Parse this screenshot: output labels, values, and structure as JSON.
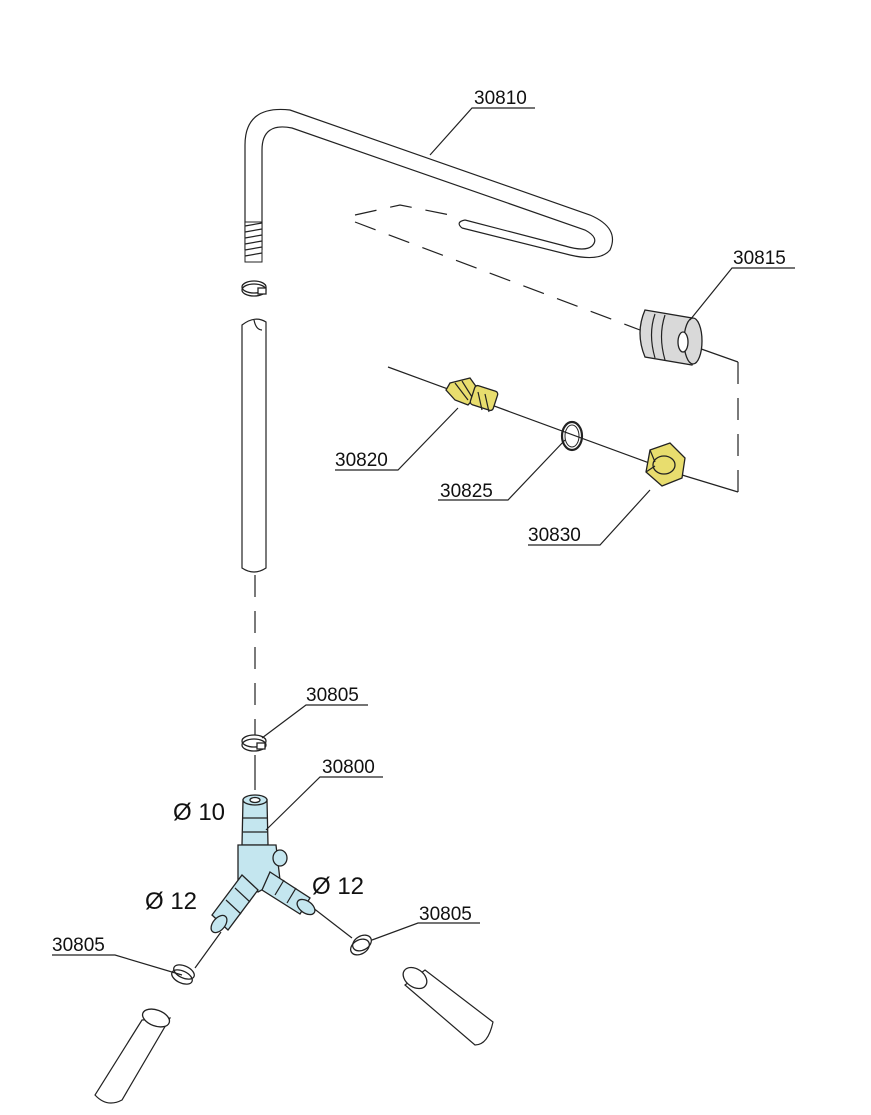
{
  "labels": {
    "p30810": "30810",
    "p30815": "30815",
    "p30820": "30820",
    "p30825": "30825",
    "p30830": "30830",
    "p30805_top": "30805",
    "p30800": "30800",
    "p30805_right": "30805",
    "p30805_left": "30805"
  },
  "dimensions": {
    "d10": "Ø 10",
    "d12_left": "Ø 12",
    "d12_right": "Ø 12"
  },
  "colors": {
    "brass": "#e8dd6e",
    "rubber": "#d9d9d9",
    "plastic": "#c4e6ef",
    "line": "#222222"
  }
}
